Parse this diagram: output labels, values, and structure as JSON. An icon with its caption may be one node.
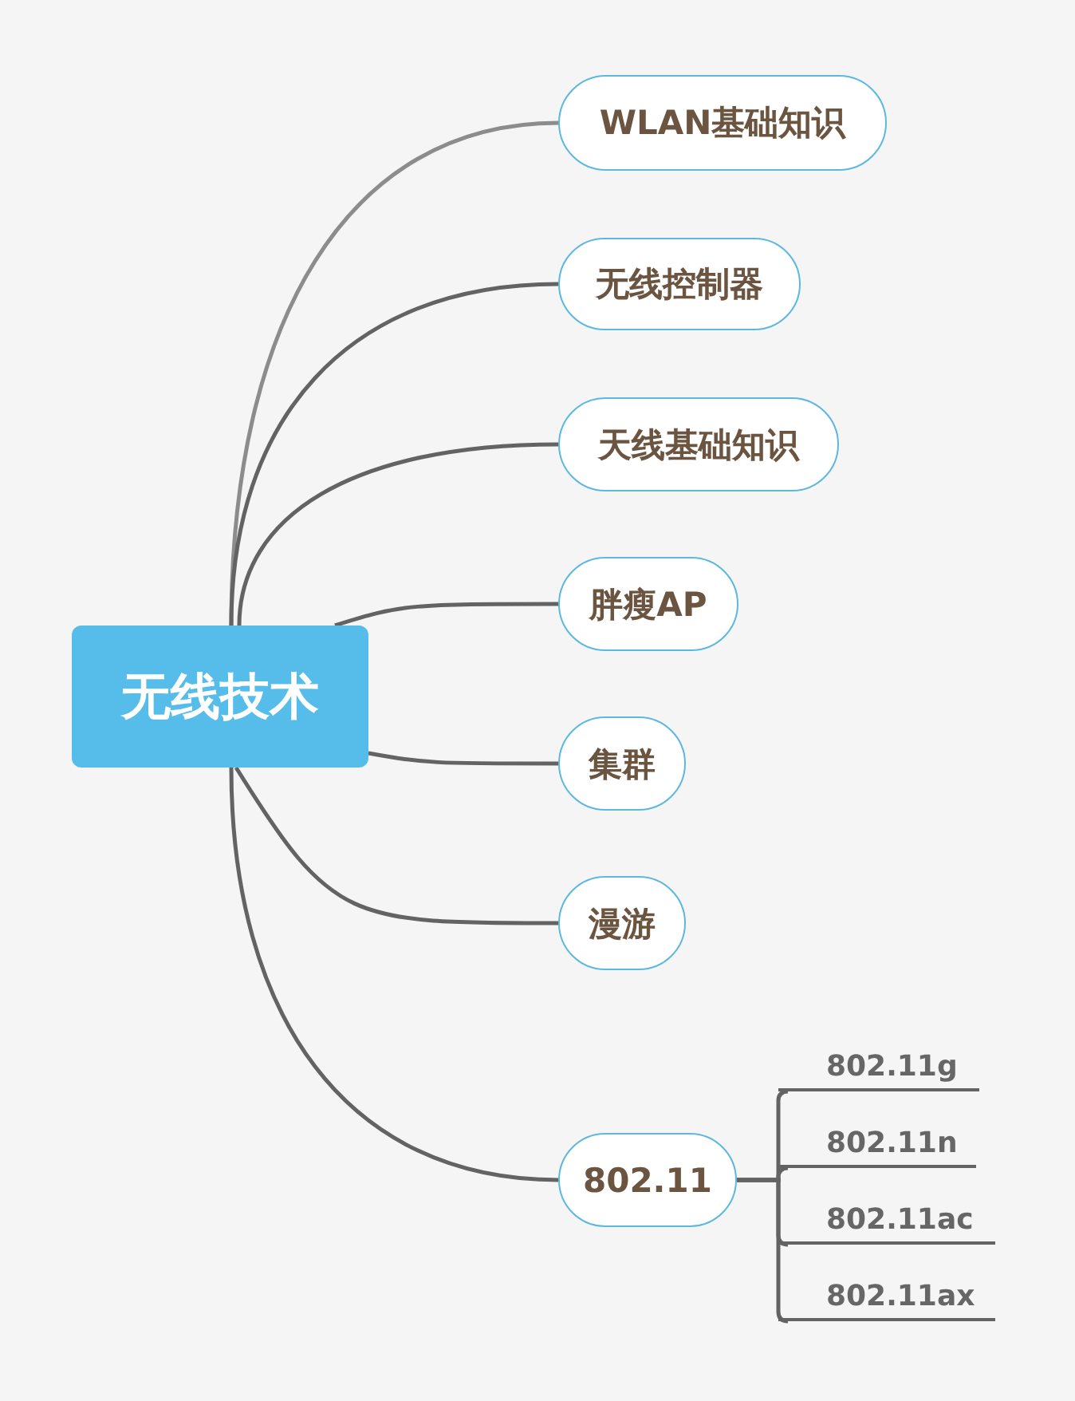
{
  "diagram": {
    "nodes": [
      {
        "text": [
          "无线技术"
        ]
      },
      {
        "text": [
          "WLAN基础知识"
        ]
      },
      {
        "text": [
          "无线控制器"
        ]
      },
      {
        "text": [
          "天线基础知识"
        ]
      },
      {
        "text": [
          "胖瘦AP"
        ]
      },
      {
        "text": [
          "集群"
        ]
      },
      {
        "text": [
          "漫游"
        ]
      },
      {
        "text": [
          "802.11"
        ]
      },
      {
        "text": [
          "802.11g"
        ]
      },
      {
        "text": [
          "802.11n"
        ]
      },
      {
        "text": [
          "802.11ac"
        ]
      },
      {
        "text": [
          "802.11ax"
        ]
      }
    ],
    "edges": [
      {
        "from": 0,
        "to": 1,
        "arrow": "none",
        "color": "#8c8c8c"
      },
      {
        "from": 0,
        "to": 2,
        "arrow": "none"
      },
      {
        "from": 0,
        "to": 3,
        "arrow": "none"
      },
      {
        "from": 0,
        "to": 4,
        "arrow": "none"
      },
      {
        "from": 0,
        "to": 5,
        "arrow": "none"
      },
      {
        "from": 0,
        "to": 6,
        "arrow": "none"
      },
      {
        "from": 0,
        "to": 7,
        "arrow": "none"
      },
      {
        "from": 7,
        "to": 8,
        "arrow": "none"
      },
      {
        "from": 7,
        "to": 9,
        "arrow": "none"
      },
      {
        "from": 7,
        "to": 10,
        "arrow": "none"
      },
      {
        "from": 7,
        "to": 11,
        "arrow": "none"
      }
    ]
  }
}
